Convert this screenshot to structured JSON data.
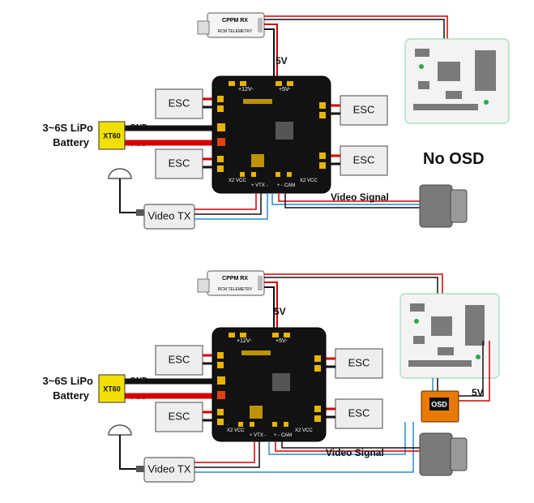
{
  "top": {
    "rx": {
      "title": "CPPM RX",
      "subtitle": "RCM TELEMETRY"
    },
    "v5": "5V",
    "esc": [
      "ESC",
      "ESC",
      "ESC",
      "ESC"
    ],
    "battery": {
      "line1": "3~6S LiPo",
      "line2": "Battery"
    },
    "connector": "XT60",
    "gnd": "GND",
    "vcc": "VCC",
    "pdb": {
      "v12": "+12V-",
      "v5": "+5V-",
      "x2vcc": "X2 VCC",
      "vtx": "+ VTX -",
      "cam": "+ - CAM",
      "x2vcc2": "X2 VCC"
    },
    "video_tx": "Video TX",
    "video_signal": "Video Signal",
    "no_osd": "No OSD"
  },
  "bottom": {
    "rx": {
      "title": "CPPM RX",
      "subtitle": "RCM TELEMETRY"
    },
    "v5_top": "5V",
    "v5_right": "5V",
    "esc": [
      "ESC",
      "ESC",
      "ESC",
      "ESC"
    ],
    "battery": {
      "line1": "3~6S LiPo",
      "line2": "Battery"
    },
    "connector": "XT60",
    "gnd": "GND",
    "vcc": "VCC",
    "pdb": {
      "v12": "+12V-",
      "v5": "+5V-",
      "x2vcc": "X2 VCC",
      "vtx": "+ VTX -",
      "cam": "+ - CAM",
      "x2vcc2": "X2 VCC"
    },
    "osd": "OSD",
    "video_tx": "Video TX",
    "video_signal": "Video Signal"
  },
  "colors": {
    "positive": "#d40000",
    "ground": "#111111",
    "signal": "#2a8ad4",
    "pad": "#e8b400",
    "xt60": "#f2e000"
  }
}
